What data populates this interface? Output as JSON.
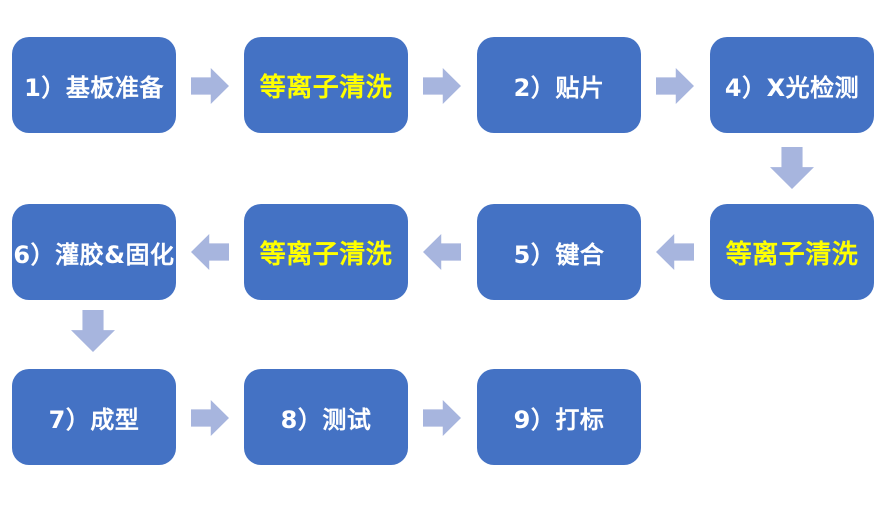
{
  "diagram": {
    "type": "flowchart",
    "background": "#ffffff",
    "colors": {
      "node_fill": "#4472c4",
      "arrow_fill": "#a7b5de",
      "label_default": "#ffffff",
      "label_highlight": "#ffff00"
    },
    "nodes": [
      {
        "label": "1）基板准备",
        "highlight": false,
        "row": 1,
        "col": 1
      },
      {
        "label": "等离子清洗",
        "highlight": true,
        "row": 1,
        "col": 2
      },
      {
        "label": "2）贴片",
        "highlight": false,
        "row": 1,
        "col": 3
      },
      {
        "label": "4）X光检测",
        "highlight": false,
        "row": 1,
        "col": 4
      },
      {
        "label": "等离子清洗",
        "highlight": true,
        "row": 2,
        "col": 4
      },
      {
        "label": "5）键合",
        "highlight": false,
        "row": 2,
        "col": 3
      },
      {
        "label": "等离子清洗",
        "highlight": true,
        "row": 2,
        "col": 2
      },
      {
        "label": "6）灌胶&固化",
        "highlight": false,
        "row": 2,
        "col": 1
      },
      {
        "label": "7）成型",
        "highlight": false,
        "row": 3,
        "col": 1
      },
      {
        "label": "8）测试",
        "highlight": false,
        "row": 3,
        "col": 2
      },
      {
        "label": "9）打标",
        "highlight": false,
        "row": 3,
        "col": 3
      }
    ],
    "arrows": [
      {
        "direction": "right",
        "from": "1）基板准备",
        "to": "等离子清洗"
      },
      {
        "direction": "right",
        "from": "等离子清洗",
        "to": "2）贴片"
      },
      {
        "direction": "right",
        "from": "2）贴片",
        "to": "4）X光检测"
      },
      {
        "direction": "down",
        "from": "4）X光检测",
        "to": "等离子清洗"
      },
      {
        "direction": "left",
        "from": "等离子清洗",
        "to": "5）键合"
      },
      {
        "direction": "left",
        "from": "5）键合",
        "to": "等离子清洗"
      },
      {
        "direction": "left",
        "from": "等离子清洗",
        "to": "6）灌胶&固化"
      },
      {
        "direction": "down",
        "from": "6）灌胶&固化",
        "to": "7）成型"
      },
      {
        "direction": "right",
        "from": "7）成型",
        "to": "8）测试"
      },
      {
        "direction": "right",
        "from": "8）测试",
        "to": "9）打标"
      }
    ]
  }
}
